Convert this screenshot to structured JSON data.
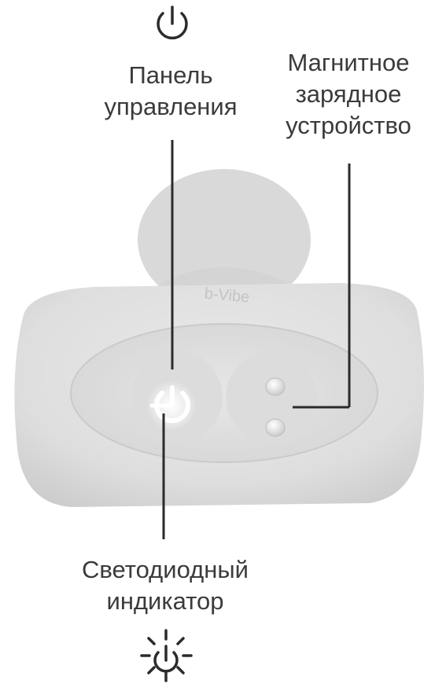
{
  "labels": {
    "control_panel": [
      "Панель",
      "управления"
    ],
    "magnetic_charger": [
      "Магнитное",
      "зарядное",
      "устройство"
    ],
    "led_indicator": [
      "Светодиодный",
      "индикатор"
    ]
  },
  "device": {
    "brand_text": "b-Vibe"
  },
  "icons": {
    "top": "power-icon",
    "bottom": "power-light-icon"
  },
  "colors": {
    "text": "#3b3b3b",
    "device_body": "#e1e1e1",
    "device_shadow": "#cfcfcf",
    "led_glow": "#ffffff"
  }
}
